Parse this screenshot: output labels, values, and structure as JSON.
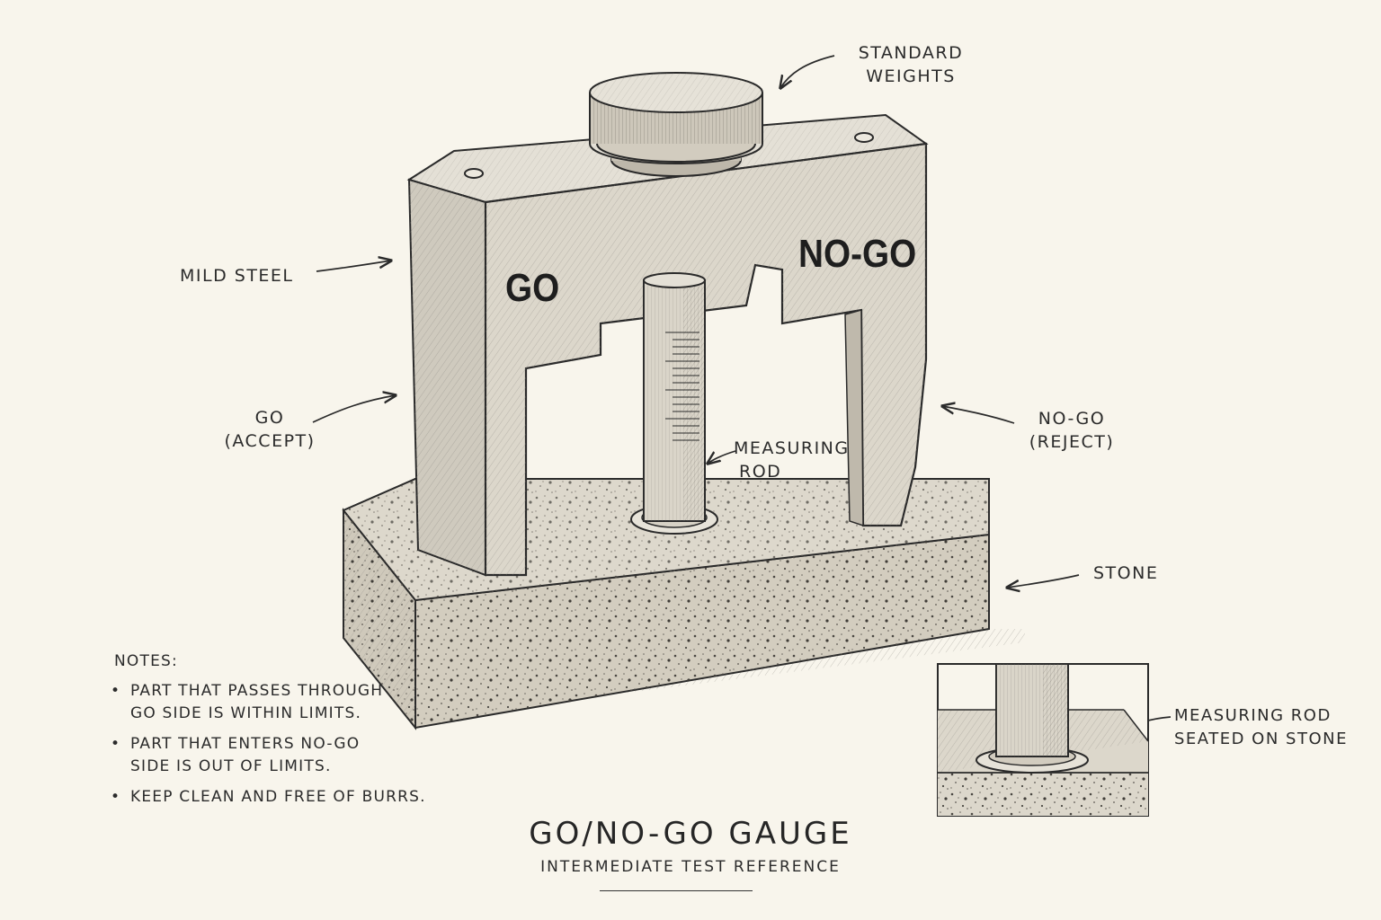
{
  "title": "GO/NO-GO GAUGE",
  "subtitle": "INTERMEDIATE TEST REFERENCE",
  "frame_text": {
    "go": "GO",
    "no_go": "NO-GO"
  },
  "callouts": {
    "standard_weights": [
      "STANDARD",
      "WEIGHTS"
    ],
    "mild_steel": [
      "MILD STEEL"
    ],
    "go_accept": [
      "GO",
      "(ACCEPT)"
    ],
    "measuring_rod": [
      "MEASURING",
      "ROD"
    ],
    "no_go_reject": [
      "NO-GO",
      "(REJECT)"
    ],
    "stone": [
      "STONE"
    ],
    "detail": [
      "MEASURING ROD",
      "SEATED ON STONE"
    ]
  },
  "notes": {
    "heading": "NOTES:",
    "items": [
      [
        "PART THAT PASSES THROUGH",
        "GO SIDE IS WITHIN LIMITS."
      ],
      [
        "PART THAT ENTERS NO-GO",
        "SIDE IS OUT OF LIMITS."
      ],
      [
        "KEEP CLEAN AND FREE OF BURRS."
      ]
    ]
  }
}
